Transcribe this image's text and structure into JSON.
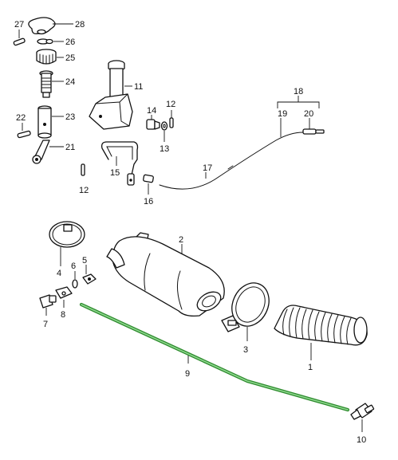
{
  "diagram": {
    "highlight_color": "#2e8b2e",
    "labels": {
      "p1": "1",
      "p2": "2",
      "p3": "3",
      "p4": "4",
      "p5": "5",
      "p6": "6",
      "p7": "7",
      "p8": "8",
      "p9": "9",
      "p10": "10",
      "p11": "11",
      "p12a": "12",
      "p12b": "12",
      "p13": "13",
      "p14": "14",
      "p15": "15",
      "p16": "16",
      "p17": "17",
      "p18": "18",
      "p19": "19",
      "p20": "20",
      "p21": "21",
      "p22": "22",
      "p23": "23",
      "p24": "24",
      "p25": "25",
      "p26": "26",
      "p27": "27",
      "p28": "28"
    }
  }
}
